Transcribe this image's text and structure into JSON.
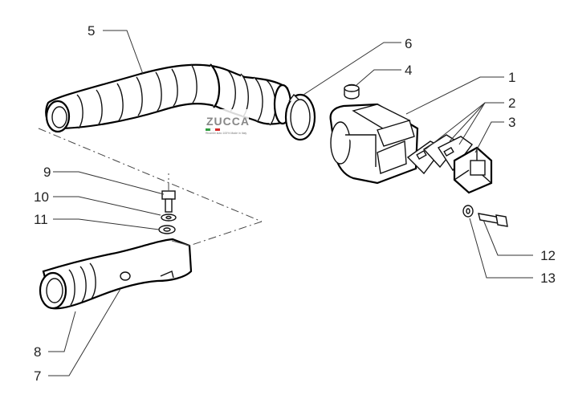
{
  "callouts": {
    "c1": "1",
    "c2": "2",
    "c3": "3",
    "c4": "4",
    "c5": "5",
    "c6": "6",
    "c7": "7",
    "c8": "8",
    "c9": "9",
    "c10": "10",
    "c11": "11",
    "c12": "12",
    "c13": "13"
  },
  "watermark": {
    "brand": "ZUCCA",
    "tagline": "Ricambi auto 100% Made in Italy"
  },
  "colors": {
    "line": "#111111",
    "flag_green": "#2e9e3e",
    "flag_white": "#ffffff",
    "flag_red": "#d62828"
  }
}
